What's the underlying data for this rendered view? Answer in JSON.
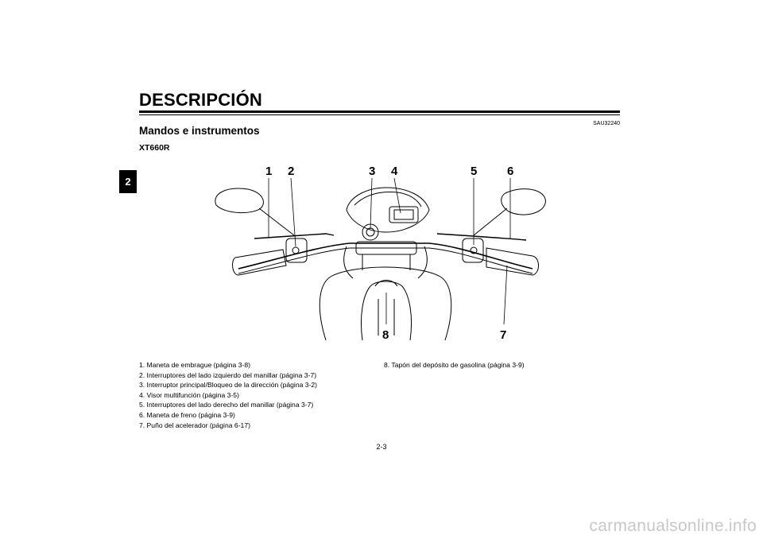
{
  "chapter_tab": "2",
  "heading": "DESCRIPCIÓN",
  "ref_code": "SAU32240",
  "section_title": "Mandos e instrumentos",
  "model": "XT660R",
  "callouts": [
    "1",
    "2",
    "3",
    "4",
    "5",
    "6",
    "7",
    "8"
  ],
  "legend": [
    "1. Maneta de embrague (página 3-8)",
    "2. Interruptores del lado izquierdo del manillar (página 3-7)",
    "3. Interruptor principal/Bloqueo de la dirección (página 3-2)",
    "4. Visor multifunción (página 3-5)",
    "5. Interruptores del lado derecho del manillar (página 3-7)",
    "6. Maneta de freno (página 3-9)",
    "7. Puño del acelerador (página 6-17)",
    "8. Tapón del depósito de gasolina (página 3-9)"
  ],
  "page_number": "2-3",
  "watermark": "carmanualsonline.info"
}
